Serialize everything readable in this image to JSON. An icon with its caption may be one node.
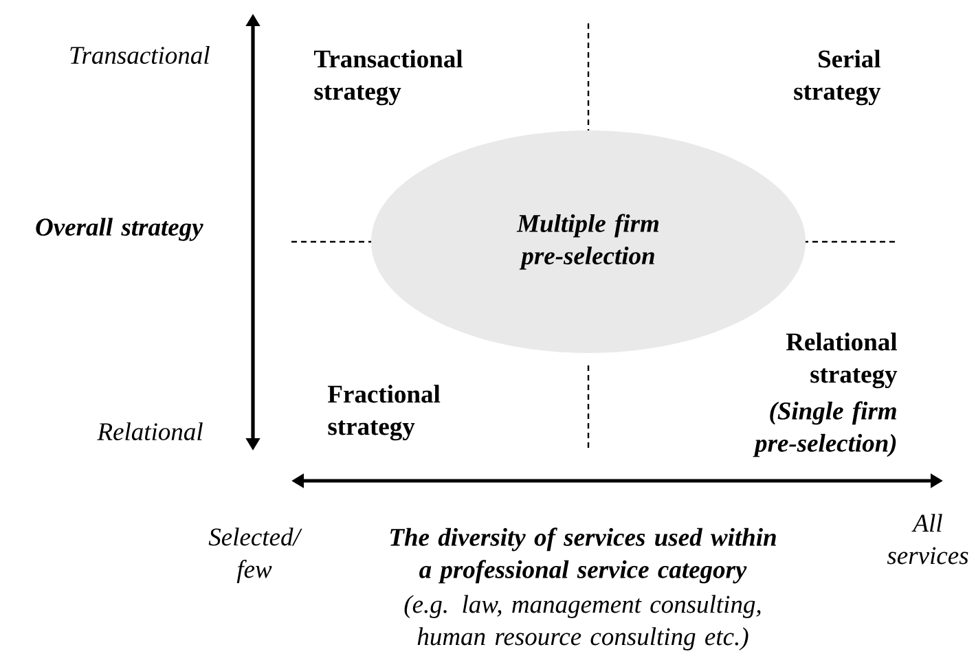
{
  "diagram": {
    "nodes": [
      {
        "text": [
          "Multiple firm pre-selection"
        ]
      }
    ],
    "labels": [
      "Transactional",
      "Transactional strategy",
      "Serial strategy",
      "Overall strategy",
      "Relational strategy",
      "(Single firm pre-selection)",
      "Relational",
      "Fractional strategy",
      "Selected/ few",
      "The diversity of services used within a professional service category",
      "All services",
      "(e.g. law, management consulting, human resource consulting etc.)"
    ]
  }
}
